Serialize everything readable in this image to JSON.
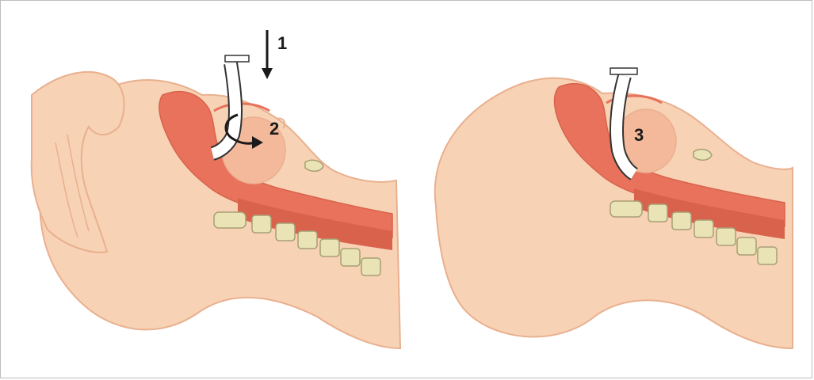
{
  "figure": {
    "step_labels": [
      "1",
      "2",
      "3"
    ],
    "colors": {
      "skin": "#f7d2b4",
      "skin_outline": "#e9b08f",
      "airway": "#e8725c",
      "airway_dark": "#d9624c",
      "tongue": "#f4b89a",
      "vertebra": "#e9e3b6",
      "vertebra_outline": "#a9a077",
      "airway_device": "#ffffff",
      "arrow": "#1a1a1a",
      "border": "#bdbdbd"
    },
    "icons": [
      "hand-icon",
      "oropharyngeal-airway-icon",
      "down-arrow-icon",
      "rotation-arrow-icon"
    ]
  }
}
